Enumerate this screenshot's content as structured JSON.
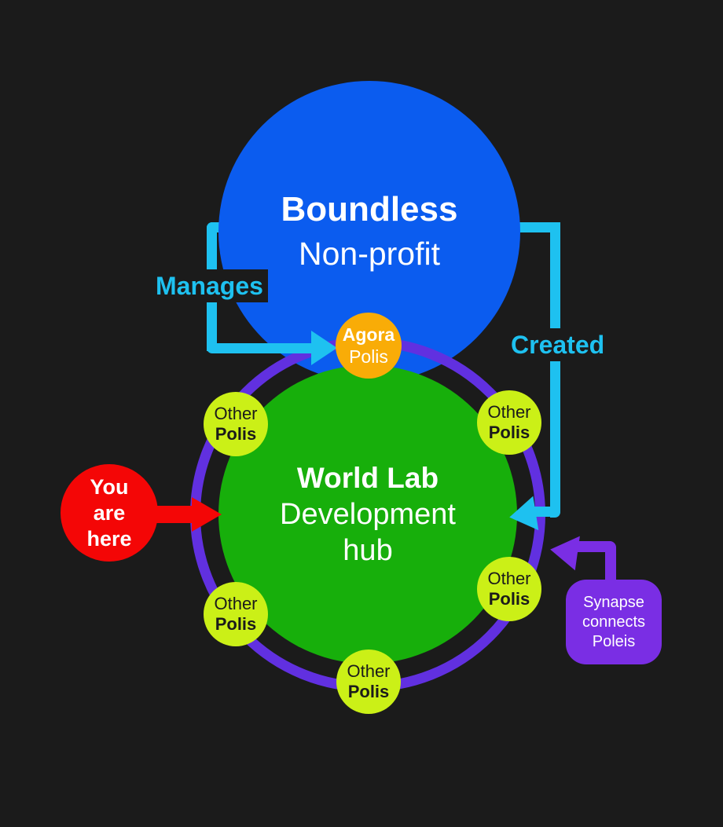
{
  "background_color": "#1B1B1B",
  "boundless_circle": {
    "title": "Boundless",
    "subtitle": "Non-profit",
    "color": "#0B5CEF"
  },
  "world_lab_circle": {
    "title": "World Lab",
    "subtitle_line1": "Development",
    "subtitle_line2": "hub",
    "color": "#17AF0B"
  },
  "agora_polis_node": {
    "line1": "Agora",
    "line2": "Polis",
    "color": "#F9AC07"
  },
  "other_polis_nodes": {
    "color": "#CBF017",
    "text_color": "#1B1B1B",
    "top_left": {
      "line1": "Other",
      "line2": "Polis"
    },
    "top_right": {
      "line1": "Other",
      "line2": "Polis"
    },
    "bottom_left": {
      "line1": "Other",
      "line2": "Polis"
    },
    "bottom_right": {
      "line1": "Other",
      "line2": "Polis"
    },
    "bottom_center": {
      "line1": "Other",
      "line2": "Polis"
    }
  },
  "you_are_here_marker": {
    "line1": "You",
    "line2": "are",
    "line3": "here",
    "color": "#F40606"
  },
  "synapse_note": {
    "line1": "Synapse",
    "line2": "connects",
    "line3": "Poleis",
    "color": "#7A2EE4"
  },
  "edge_labels": {
    "manages": "Manages",
    "created": "Created",
    "color": "#1EC1F0"
  },
  "ring_color": "#6130E0"
}
